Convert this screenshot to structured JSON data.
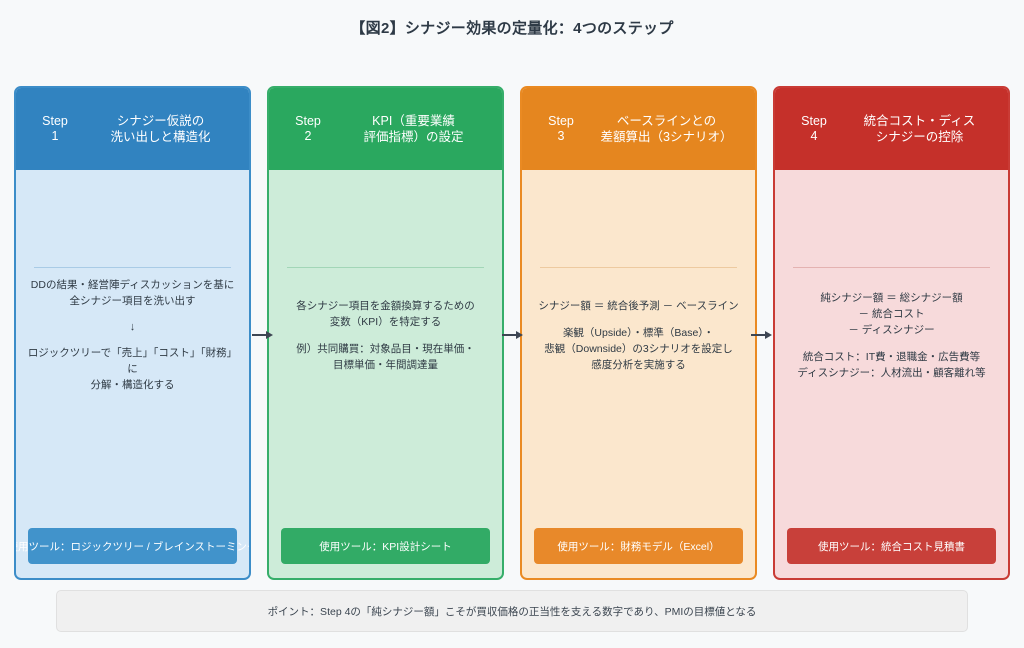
{
  "title": "【図2】シナジー効果の定量化：4つのステップ",
  "colors": {
    "background": "#f7f9fa",
    "step1": "#3183c0",
    "step2": "#2aa85f",
    "step3": "#e5861f",
    "step4": "#c5302a"
  },
  "chart_data": {
    "type": "diagram",
    "title": "【図2】シナジー効果の定量化：4つのステップ",
    "layout": "4 horizontal step cards connected left-to-right by arrows, with a summary note bar below",
    "steps": [
      {
        "step_word": "Step",
        "step_number": "1",
        "heading": "シナジー仮説の\n洗い出しと構造化",
        "heading_line1": "シナジー仮説の",
        "heading_line2": "洗い出しと構造化",
        "body_top_line1": "DDの結果・経営陣ディスカッションを基に",
        "body_top_line2": "全シナジー項目を洗い出す",
        "arrow": "↓",
        "body_bottom_line1": "ロジックツリーで「売上」「コスト」「財務」に",
        "body_bottom_line2": "分解・構造化する",
        "footer": "使用ツール：ロジックツリー / ブレインストーミング",
        "accent": "#3183c0"
      },
      {
        "step_word": "Step",
        "step_number": "2",
        "heading": "KPI（重要業績\n評価指標）の設定",
        "heading_line1": "KPI（重要業績",
        "heading_line2": "評価指標）の設定",
        "body_top_line1": "各シナジー項目を金額換算するための",
        "body_top_line2": "変数（KPI）を特定する",
        "body_bottom_line1": "例）共同購買：対象品目・現在単価・",
        "body_bottom_line2": "目標単価・年間調達量",
        "footer": "使用ツール：KPI設計シート",
        "accent": "#2aa85f"
      },
      {
        "step_word": "Step",
        "step_number": "3",
        "heading": "ベースラインとの\n差額算出（3シナリオ）",
        "heading_line1": "ベースラインとの",
        "heading_line2": "差額算出（3シナリオ）",
        "body_top_line1": "シナジー額 ＝ 統合後予測 － ベースライン",
        "body_bottom_line1": "楽観（Upside）・標準（Base）・",
        "body_bottom_line2": "悲観（Downside）の3シナリオを設定し",
        "body_bottom_line3": "感度分析を実施する",
        "footer": "使用ツール：財務モデル（Excel）",
        "accent": "#e5861f"
      },
      {
        "step_word": "Step",
        "step_number": "4",
        "heading": "統合コスト・ディス\nシナジーの控除",
        "heading_line1": "統合コスト・ディス",
        "heading_line2": "シナジーの控除",
        "body_top_line1": "純シナジー額 ＝ 総シナジー額",
        "body_top_line2": "－ 統合コスト",
        "body_top_line3": "－ ディスシナジー",
        "body_bottom_line1": "統合コスト：IT費・退職金・広告費等",
        "body_bottom_line2": "ディスシナジー：人材流出・顧客離れ等",
        "footer": "使用ツール：統合コスト見積書",
        "accent": "#c5302a"
      }
    ],
    "connectors": [
      "arrow-right",
      "arrow-right",
      "arrow-right"
    ],
    "note": "ポイント：Step 4の「純シナジー額」こそが買収価格の正当性を支える数字であり、PMIの目標値となる"
  }
}
